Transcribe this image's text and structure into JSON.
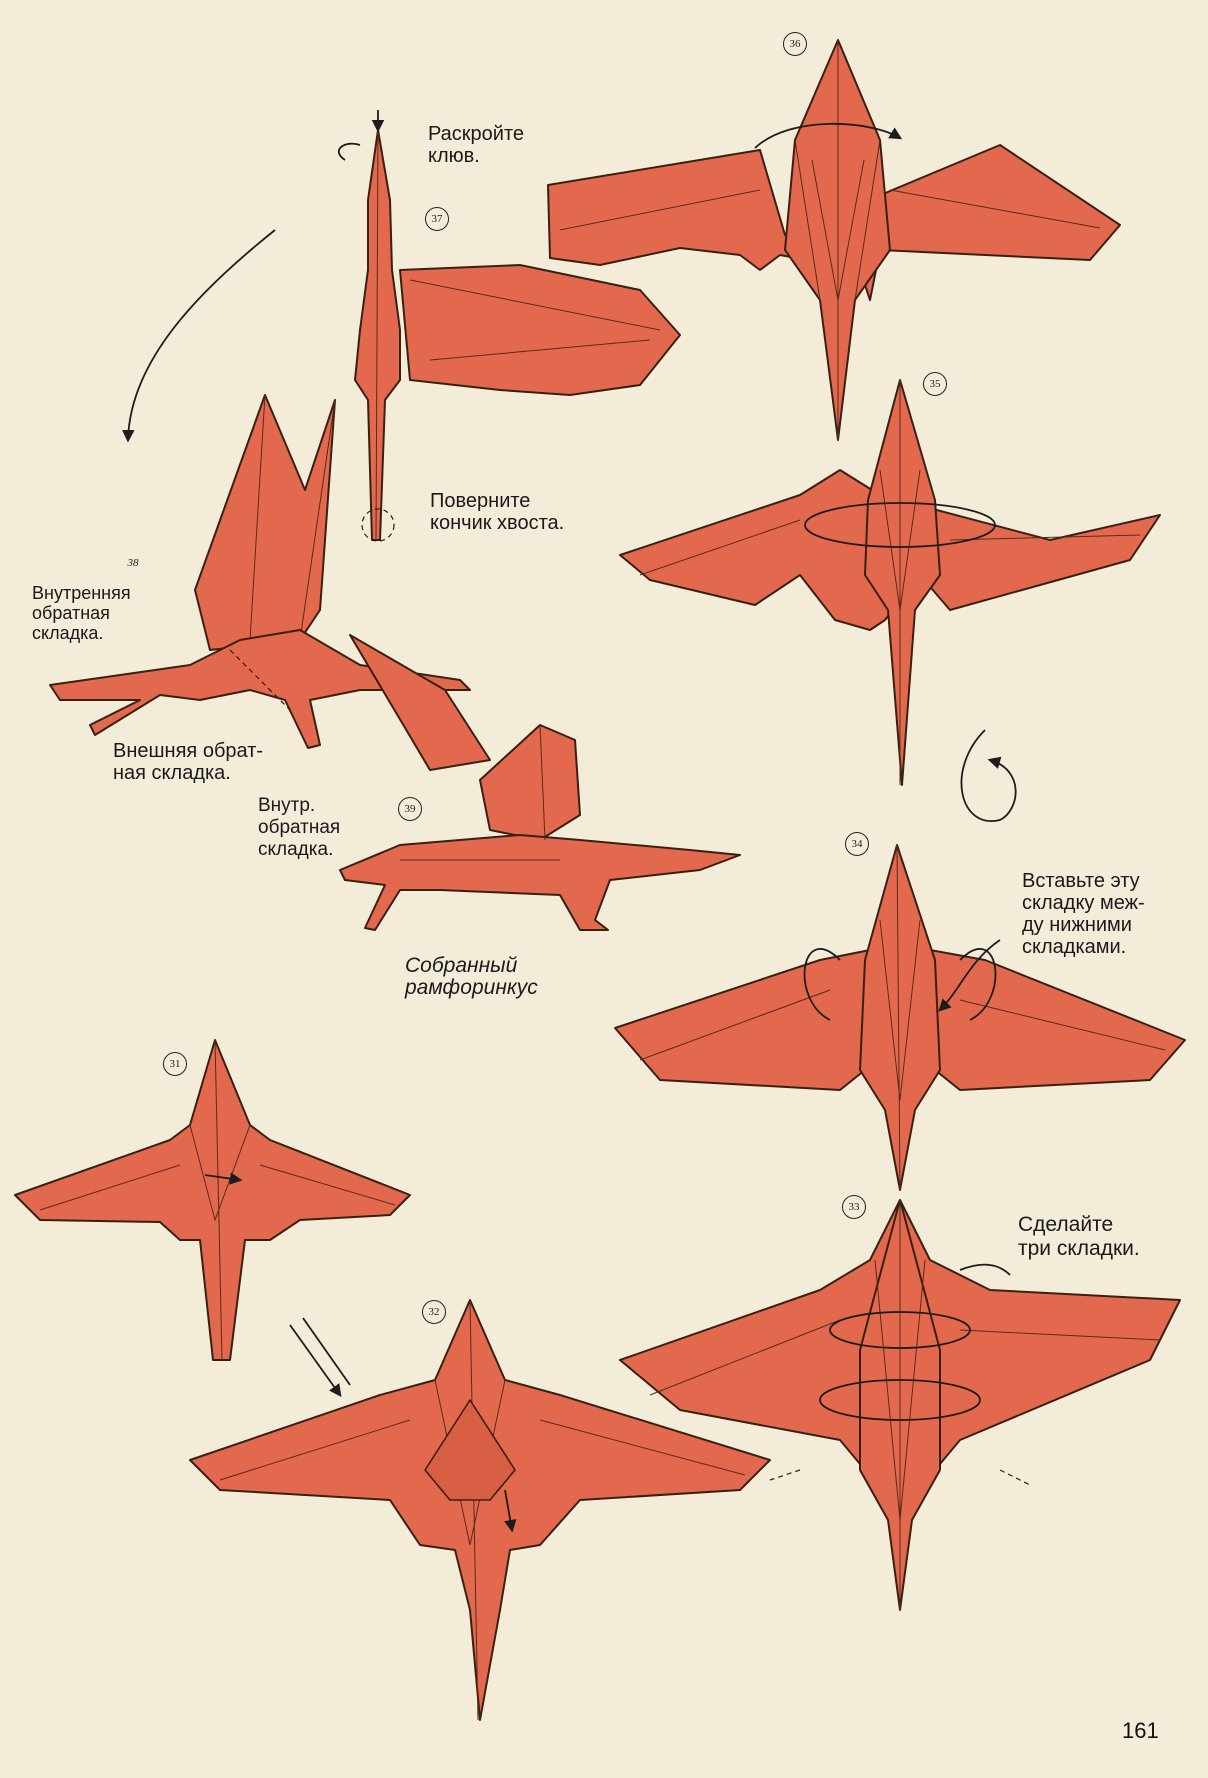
{
  "labels": {
    "open_beak": "Раскройте\nклюв.",
    "turn_tail": "Поверните\nкончик хвоста.",
    "inside_reverse": "Внутренняя\nобратная\nскладка.",
    "outside_reverse": "Внешняя обрат-\nная складка.",
    "inside_reverse_short": "Внутр.\nобратная\nскладка.",
    "assembled": "Собранный\nрамфоринкус",
    "insert_fold": "Вставьте эту\nскладку меж-\nду нижними\nскладками.",
    "three_folds": "Сделайте\nтри складки."
  },
  "steps": {
    "s31": "31",
    "s32": "32",
    "s33": "33",
    "s34": "34",
    "s35": "35",
    "s36": "36",
    "s37": "37",
    "s38": "38",
    "s39": "39"
  },
  "page_number": "161",
  "colors": {
    "paper": "#f3ecd9",
    "model": "#e2694d",
    "outline": "#3a2014"
  }
}
